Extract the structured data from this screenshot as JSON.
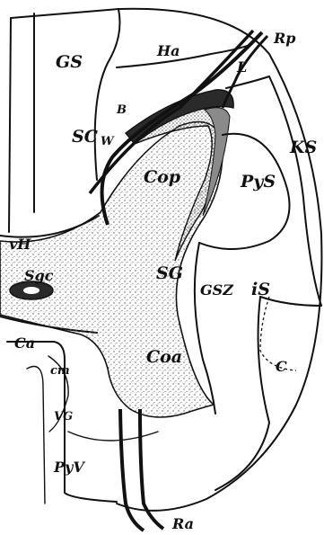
{
  "diagram": {
    "labels": {
      "GS": "GS",
      "Ha": "Ha",
      "Rp": "Rp",
      "L": "L",
      "B": "B",
      "SC": "SC",
      "W": "W",
      "KS": "KS",
      "Cop": "Cop",
      "PyS": "PyS",
      "vH": "vH",
      "Sgc": "Sgc",
      "SG": "SG",
      "GSZ": "GSZ",
      "iS": "iS",
      "Ca": "Ca",
      "Coa": "Coa",
      "C": "C",
      "cm": "cm",
      "VG": "VG",
      "PyV": "PyV",
      "Ra": "Ra"
    },
    "colors": {
      "ink": "#111111",
      "paper": "#ffffff",
      "stipple": "#555555",
      "dark_band": "#2a2a2a",
      "mid_band": "#8a8a8a"
    }
  }
}
